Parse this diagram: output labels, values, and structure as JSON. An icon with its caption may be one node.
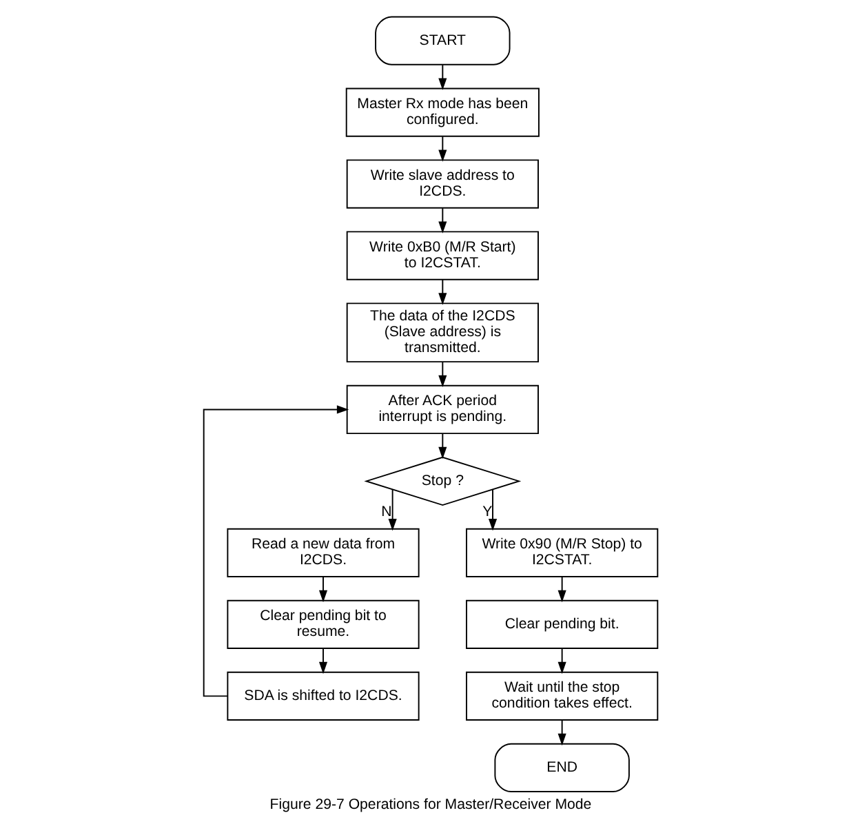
{
  "diagram": {
    "caption": "Figure 29-7 Operations for Master/Receiver Mode",
    "nodes": [
      {
        "text": [
          "START"
        ]
      },
      {
        "text": [
          "Master Rx mode has been configured."
        ]
      },
      {
        "text": [
          "Write slave address to I2CDS."
        ]
      },
      {
        "text": [
          "Write 0xB0 (M/R Start) to I2CSTAT."
        ]
      },
      {
        "text": [
          "The data of the I2CDS (Slave address) is transmitted."
        ]
      },
      {
        "text": [
          "After ACK period interrupt is pending."
        ]
      },
      {
        "text": [
          "Stop ?"
        ]
      },
      {
        "text": [
          "Read a new data from I2CDS."
        ]
      },
      {
        "text": [
          "Clear pending bit to resume."
        ]
      },
      {
        "text": [
          "SDA is shifted to I2CDS."
        ]
      },
      {
        "text": [
          "Write 0x90 (M/R Stop) to I2CSTAT."
        ]
      },
      {
        "text": [
          "Clear pending bit."
        ]
      },
      {
        "text": [
          "Wait until the stop condition takes effect."
        ]
      },
      {
        "text": [
          "END"
        ]
      }
    ],
    "edges": [
      {
        "from": 0,
        "to": 1,
        "arrow": "to"
      },
      {
        "from": 1,
        "to": 2,
        "arrow": "to"
      },
      {
        "from": 2,
        "to": 3,
        "arrow": "to"
      },
      {
        "from": 3,
        "to": 4,
        "arrow": "to"
      },
      {
        "from": 4,
        "to": 5,
        "arrow": "to"
      },
      {
        "from": 5,
        "to": 6,
        "arrow": "to"
      },
      {
        "from": 6,
        "to": 7,
        "arrow": "to",
        "label": "N"
      },
      {
        "from": 6,
        "to": 10,
        "arrow": "to",
        "label": "Y"
      },
      {
        "from": 7,
        "to": 8,
        "arrow": "to"
      },
      {
        "from": 8,
        "to": 9,
        "arrow": "to"
      },
      {
        "from": 9,
        "to": 5,
        "arrow": "to"
      },
      {
        "from": 10,
        "to": 11,
        "arrow": "to"
      },
      {
        "from": 11,
        "to": 12,
        "arrow": "to"
      },
      {
        "from": 12,
        "to": 13,
        "arrow": "to"
      }
    ]
  }
}
